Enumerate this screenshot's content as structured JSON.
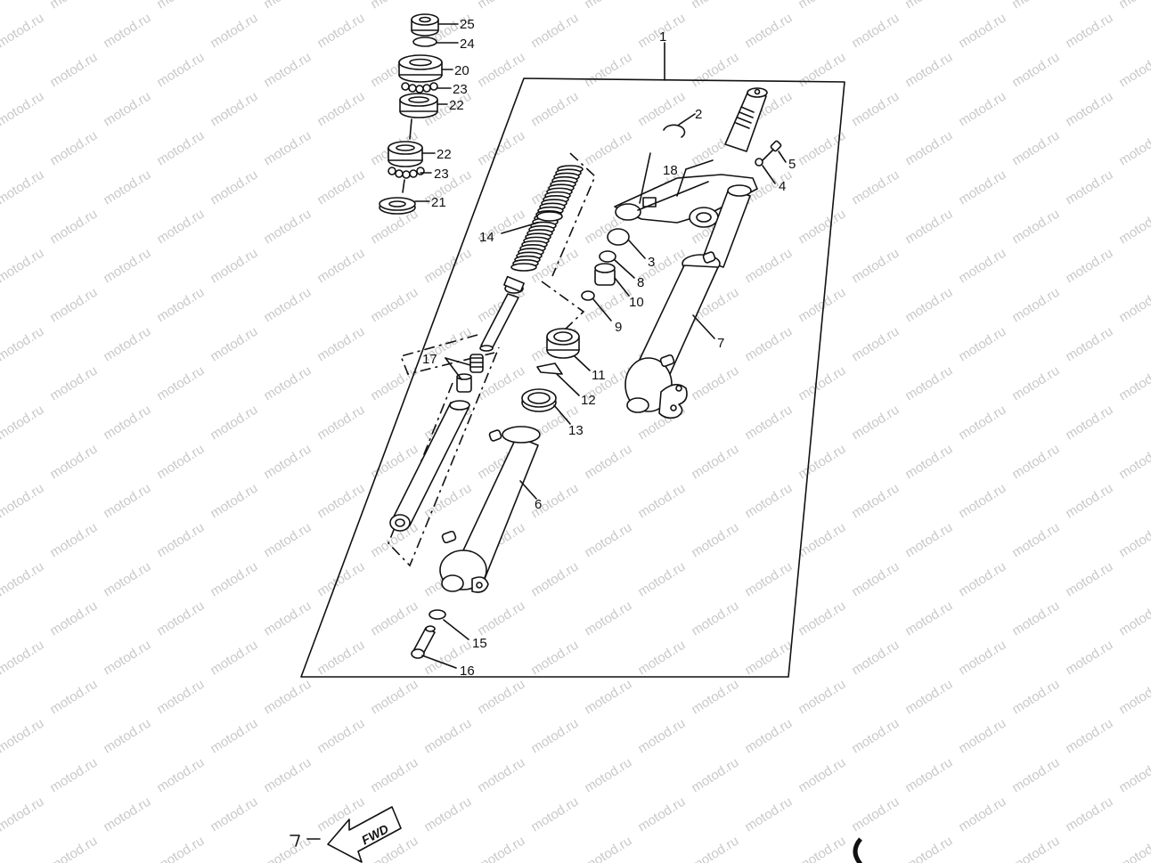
{
  "watermark": "motod.ru",
  "fwd_label": "FWD",
  "callouts": {
    "c1": "1",
    "c2": "2",
    "c3": "3",
    "c4": "4",
    "c5": "5",
    "c6": "6",
    "c7": "7",
    "c8": "8",
    "c9": "9",
    "c10": "10",
    "c11": "11",
    "c12": "12",
    "c13": "13",
    "c14": "14",
    "c15": "15",
    "c16": "16",
    "c17": "17",
    "c18": "18",
    "c20": "20",
    "c21": "21",
    "c22a": "22",
    "c22b": "22",
    "c23a": "23",
    "c23b": "23",
    "c24": "24",
    "c25": "25"
  }
}
